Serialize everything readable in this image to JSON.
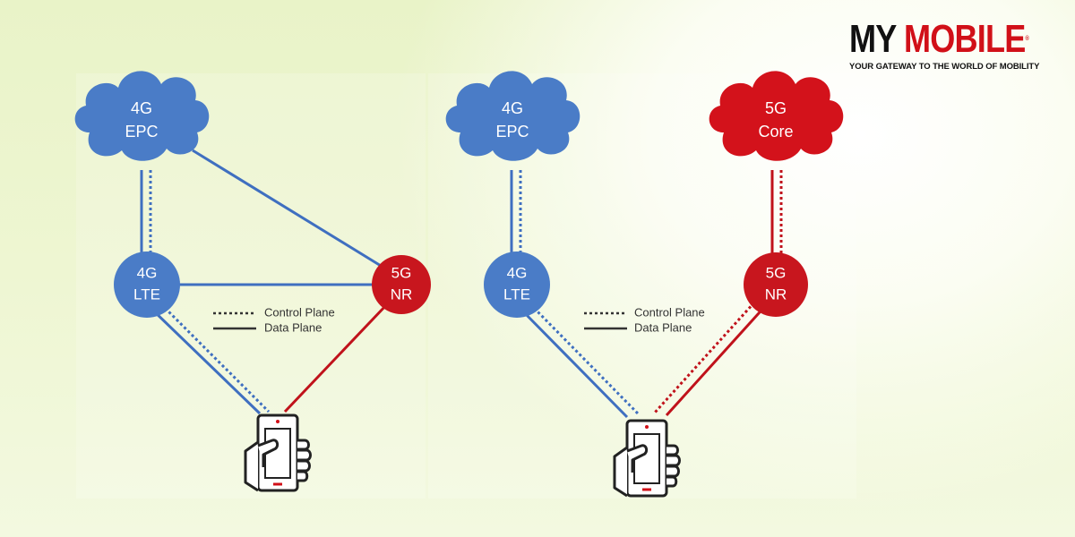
{
  "logo": {
    "word_my": "MY",
    "word_mobile": "MOBILE",
    "tagline": "YOUR GATEWAY TO THE WORLD OF MOBILITY"
  },
  "left": {
    "epc_line1": "4G",
    "epc_line2": "EPC",
    "lte_line1": "4G",
    "lte_line2": "LTE",
    "nr_line1": "5G",
    "nr_line2": "NR",
    "legend_control": "Control Plane",
    "legend_data": "Data Plane"
  },
  "right": {
    "epc_line1": "4G",
    "epc_line2": "EPC",
    "core_line1": "5G",
    "core_line2": "Core",
    "lte_line1": "4G",
    "lte_line2": "LTE",
    "nr_line1": "5G",
    "nr_line2": "NR",
    "legend_control": "Control Plane",
    "legend_data": "Data Plane"
  },
  "colors": {
    "lte_blue": "#4a7cc7",
    "nr_red": "#c8161e",
    "line_blue": "#3f6fc0",
    "line_red": "#c0121b",
    "brand_red": "#d11018"
  },
  "icons": [
    "cloud-icon",
    "phone-in-hand-icon"
  ]
}
